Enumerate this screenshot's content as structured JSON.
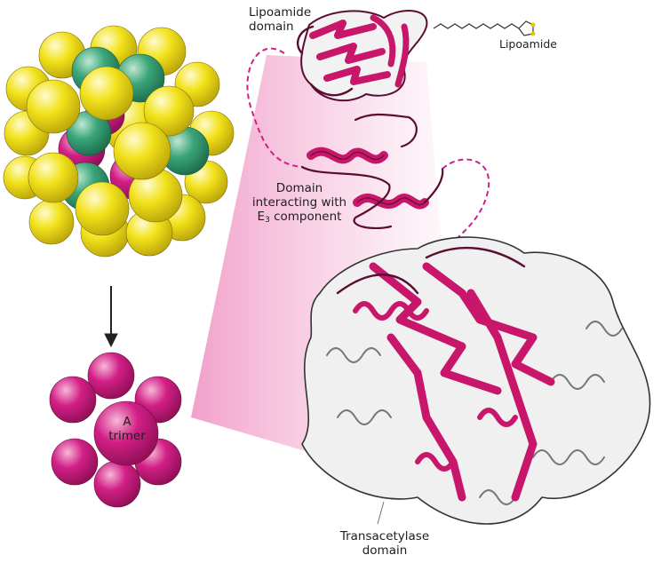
{
  "labels": {
    "lipoamide_domain_line1": "Lipoamide",
    "lipoamide_domain_line2": "domain",
    "lipoamide": "Lipoamide",
    "interacting_line1": "Domain",
    "interacting_line2": "interacting with",
    "interacting_line3_prefix": "E",
    "interacting_line3_sub": "3",
    "interacting_line3_suffix": " component",
    "trimer_line1": "A",
    "trimer_line2": "trimer",
    "transacetylase_line1": "Transacetylase",
    "transacetylase_line2": "domain"
  },
  "colors": {
    "yellow_sphere": "#f2e21a",
    "green_sphere": "#3aa57a",
    "magenta_sphere": "#d21f86",
    "ribbon_magenta": "#c8176b",
    "ribbon_dark": "#5a0d33",
    "ribbon_white": "#f2f2f2",
    "wedge_pink": "#f3a9cf"
  },
  "icons": [
    "down-arrow-icon",
    "sulfur-ring-icon"
  ]
}
